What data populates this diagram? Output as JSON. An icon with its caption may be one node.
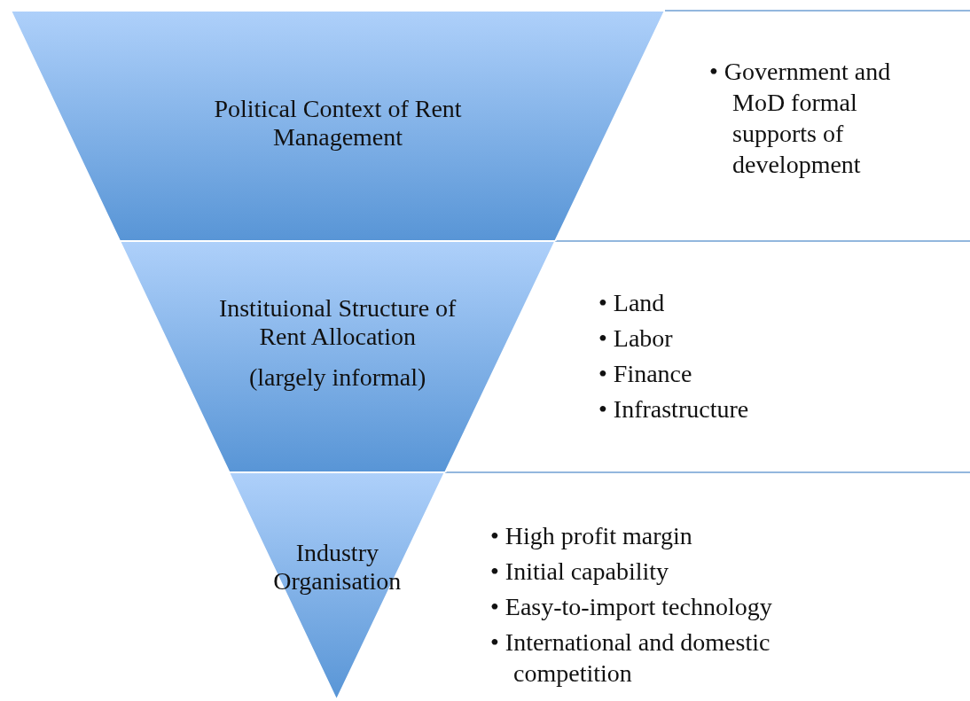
{
  "diagram": {
    "nodes": [
      {
        "text": [
          "Political Context of Rent Management"
        ]
      },
      {
        "text": [
          "Instituional Structure of Rent Allocation",
          "(largely informal)"
        ]
      },
      {
        "text": [
          "Industry Organisation"
        ]
      }
    ],
    "labels": [
      "• Government and MoD formal supports of development",
      "• Land",
      "• Labor",
      "• Finance",
      "• Infrastructure",
      "• High profit margin",
      "• Initial capability",
      "• Easy-to-import technology",
      "• International and domestic competition"
    ]
  }
}
